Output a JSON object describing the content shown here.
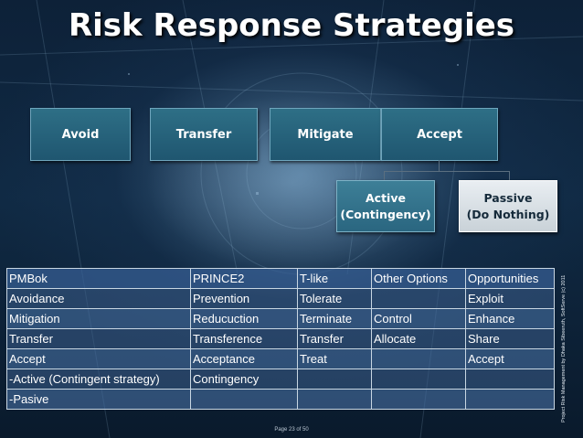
{
  "title": "Risk Response Strategies",
  "strategies": [
    "Avoid",
    "Transfer",
    "Mitigate",
    "Accept"
  ],
  "accept_options": {
    "active_line1": "Active",
    "active_line2": "(Contingency)",
    "passive_line1": "Passive",
    "passive_line2": "(Do Nothing)"
  },
  "table": {
    "headers": [
      "PMBok",
      "PRINCE2",
      "T-like",
      "Other Options",
      "Opportunities"
    ],
    "rows": [
      [
        "Avoidance",
        "Prevention",
        "Tolerate",
        "",
        "Exploit"
      ],
      [
        "Mitigation",
        "Reducuction",
        "Terminate",
        "Control",
        "Enhance"
      ],
      [
        "Transfer",
        "Transference",
        "Transfer",
        "Allocate",
        "Share"
      ],
      [
        "Accept",
        "Acceptance",
        "Treat",
        "",
        "Accept"
      ],
      [
        "-Active (Contingent strategy)",
        "Contingency",
        "",
        "",
        ""
      ],
      [
        "-Pasive",
        "",
        "",
        "",
        ""
      ]
    ]
  },
  "side_text": "Project Risk Management by Dhaka Sibeeruth, SoftServe (c) 2011",
  "footer": "Page 23 of 50"
}
